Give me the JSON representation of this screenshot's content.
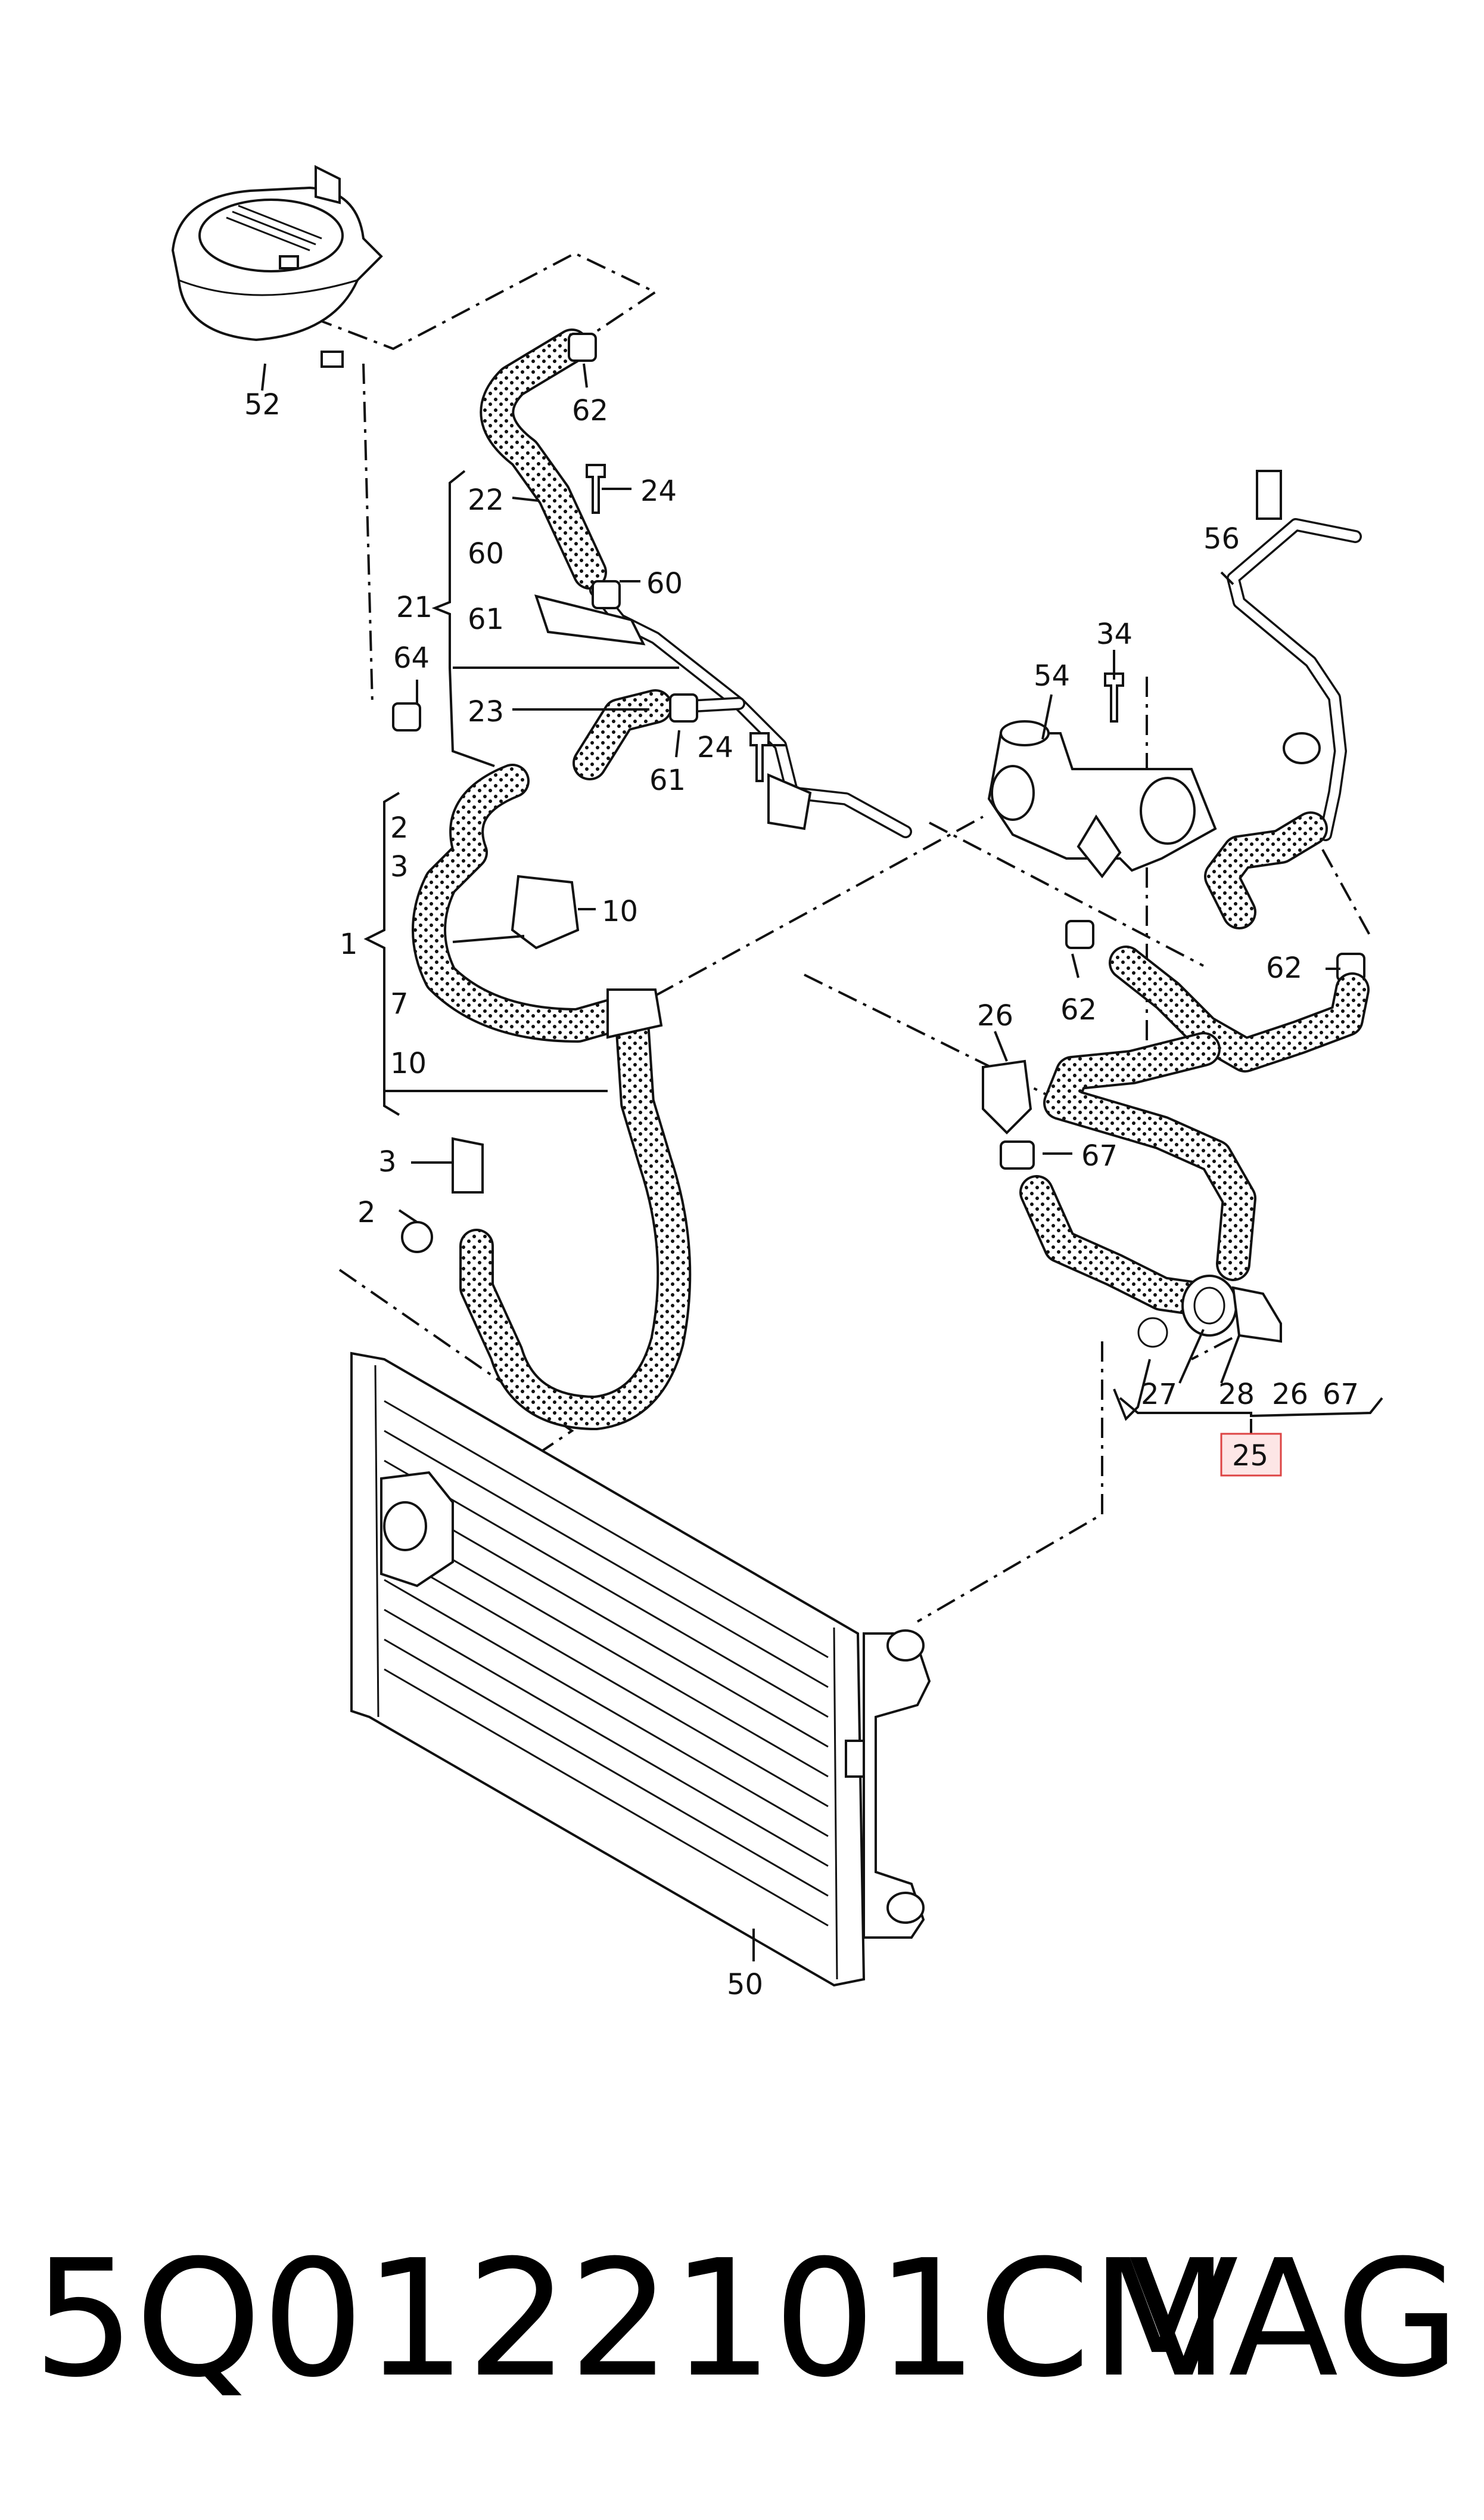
{
  "callouts": {
    "c52": "52",
    "c62a": "62",
    "c24a": "24",
    "c22": "22",
    "c60a": "60",
    "c21": "21",
    "c61a": "61",
    "c60b": "60",
    "c64": "64",
    "c23": "23",
    "c61b": "61",
    "c24b": "24",
    "c2a": "2",
    "c3a": "3",
    "c1": "1",
    "c10a": "10",
    "c7": "7",
    "c10b": "10",
    "c3b": "3",
    "c2b": "2",
    "c54": "54",
    "c34": "34",
    "c56": "56",
    "c62b": "62",
    "c62c": "62",
    "c26a": "26",
    "c67a": "67",
    "c27": "27",
    "c28": "28",
    "c26b": "26",
    "c67b": "67",
    "c25": "25",
    "c50": "50"
  },
  "footer": {
    "part_number": "5Q0122101CM",
    "brand": "VAG"
  },
  "colors": {
    "line": "#111111",
    "highlight_fill": "#fde6e6",
    "highlight_border": "#dd4444"
  }
}
